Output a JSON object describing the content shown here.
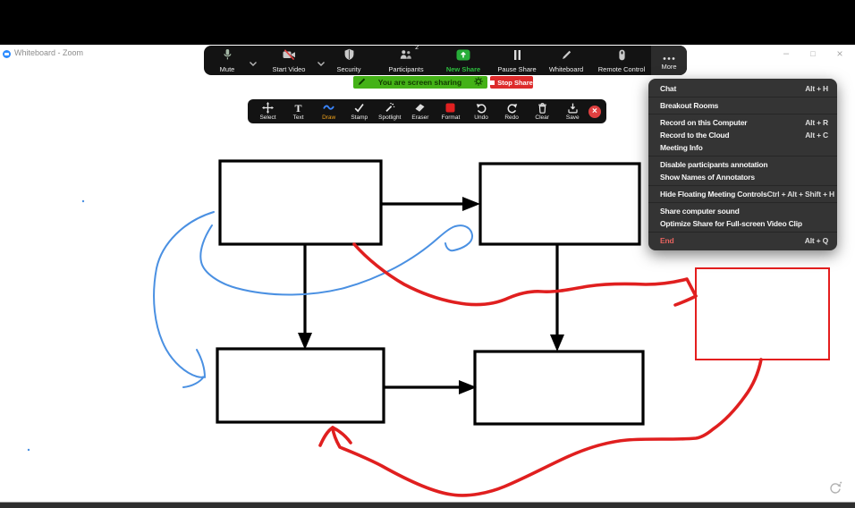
{
  "window": {
    "title": "Whiteboard - Zoom",
    "controls": {
      "minimize": "–",
      "maximize": "□",
      "close": "×"
    }
  },
  "toolbar": {
    "items": [
      {
        "label": "Mute"
      },
      {
        "label": "Start Video"
      },
      {
        "label": "Security"
      },
      {
        "label": "Participants",
        "badge": "2"
      },
      {
        "label": "New Share"
      },
      {
        "label": "Pause Share"
      },
      {
        "label": "Whiteboard"
      },
      {
        "label": "Remote Control"
      },
      {
        "label": "More"
      }
    ]
  },
  "share_banner": {
    "text": "You are screen sharing",
    "stop_label": "Stop Share"
  },
  "annotation_toolbar": {
    "items": [
      {
        "label": "Select"
      },
      {
        "label": "Text"
      },
      {
        "label": "Draw"
      },
      {
        "label": "Stamp"
      },
      {
        "label": "Spotlight"
      },
      {
        "label": "Eraser"
      },
      {
        "label": "Format"
      },
      {
        "label": "Undo"
      },
      {
        "label": "Redo"
      },
      {
        "label": "Clear"
      },
      {
        "label": "Save"
      }
    ]
  },
  "more_menu": {
    "groups": [
      {
        "items": [
          {
            "label": "Chat",
            "shortcut": "Alt + H"
          }
        ]
      },
      {
        "items": [
          {
            "label": "Breakout Rooms",
            "shortcut": ""
          }
        ]
      },
      {
        "items": [
          {
            "label": "Record on this Computer",
            "shortcut": "Alt + R"
          },
          {
            "label": "Record to the Cloud",
            "shortcut": "Alt + C"
          },
          {
            "label": "Meeting Info",
            "shortcut": ""
          }
        ]
      },
      {
        "items": [
          {
            "label": "Disable participants annotation",
            "shortcut": ""
          },
          {
            "label": "Show Names of Annotators",
            "shortcut": ""
          }
        ]
      },
      {
        "items": [
          {
            "label": "Hide Floating Meeting Controls",
            "shortcut": "Ctrl + Alt + Shift + H"
          }
        ]
      },
      {
        "items": [
          {
            "label": "Share computer sound",
            "shortcut": ""
          },
          {
            "label": "Optimize Share for Full-screen Video Clip",
            "shortcut": ""
          }
        ]
      },
      {
        "items": [
          {
            "label": "End",
            "shortcut": "Alt + Q"
          }
        ]
      }
    ]
  },
  "colors": {
    "share_accent_green": "#2dbe3e",
    "banner_green": "#44b217",
    "stop_red": "#dd2b2b",
    "annotation_red": "#e01f1f",
    "annotation_blue": "#4a90e2",
    "draw_active_label": "#efa11b",
    "menu_end_red": "#e5635f"
  }
}
